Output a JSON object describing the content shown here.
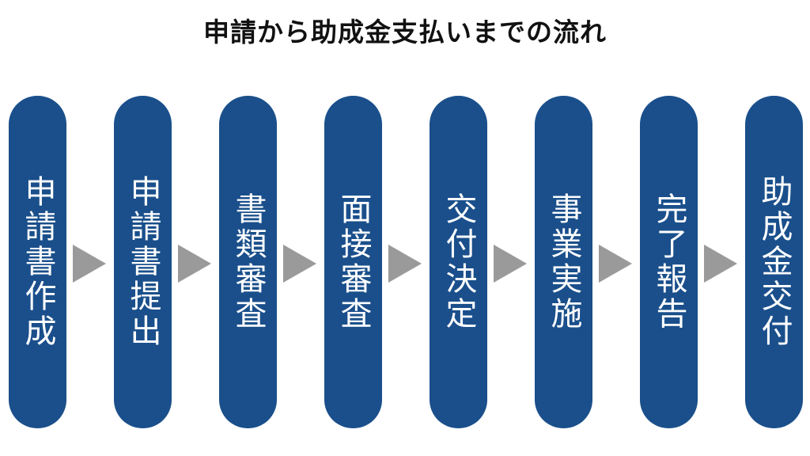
{
  "title": "申請から助成金支払いまでの流れ",
  "colors": {
    "step": "#1a4f8b",
    "arrow": "#9a9a9a",
    "text": "#ffffff"
  },
  "steps": [
    {
      "label": "申請書作成"
    },
    {
      "label": "申請書提出"
    },
    {
      "label": "書類審査"
    },
    {
      "label": "面接審査"
    },
    {
      "label": "交付決定"
    },
    {
      "label": "事業実施"
    },
    {
      "label": "完了報告"
    },
    {
      "label": "助成金交付"
    }
  ]
}
